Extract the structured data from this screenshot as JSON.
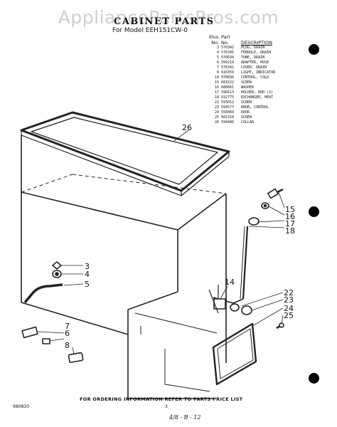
{
  "watermark": "AppliancePartsPros.com",
  "title": "CABINET PARTS",
  "subtitle": "For Model EEH151CW-0",
  "table": {
    "header_top": [
      "Illus.",
      "Part",
      ""
    ],
    "header_bottom": [
      "No.",
      "No.",
      "DESCRIPTION"
    ],
    "rows": [
      [
        "3",
        "576342",
        "PLUG, DRAIN"
      ],
      [
        "4",
        "576345",
        "FERRULE, DRAIN"
      ],
      [
        "5",
        "576634",
        "TUBE, DRAIN"
      ],
      [
        "6",
        "599219",
        "ADAPTER, HOSE"
      ],
      [
        "7",
        "576341",
        "COVER, DRAIN"
      ],
      [
        "8",
        "616359",
        "LIGHT, INDICATOR"
      ],
      [
        "14",
        "970836",
        "CONTROL, COLD"
      ],
      [
        "15",
        "681522",
        "SCREW"
      ],
      [
        "16",
        "680661",
        "WASHER"
      ],
      [
        "17",
        "596613",
        "HOLDER, ROD (2)"
      ],
      [
        "18",
        "932775",
        "EXCHANGER, HEAT"
      ],
      [
        "22",
        "593012",
        "SCREW"
      ],
      [
        "23",
        "594577",
        "KNOB, CONTROL"
      ],
      [
        "24",
        "556069",
        "DOOR"
      ],
      [
        "25",
        "681318",
        "SCREW"
      ],
      [
        "26",
        "594496",
        "COLLAR"
      ]
    ]
  },
  "callouts": {
    "c26": "26",
    "c15": "15",
    "c16": "16",
    "c17": "17",
    "c18": "18",
    "c3": "3",
    "c4": "4",
    "c5": "5",
    "c14": "14",
    "c22": "22",
    "c23": "23",
    "c24": "24",
    "c25": "25",
    "c6": "6",
    "c7": "7",
    "c8": "8"
  },
  "footer": "FOR ORDERING INFORMATION REFER TO PARTS PRICE LIST",
  "doc_number": "980830",
  "page_number": "3",
  "handwritten_note": "4/8 - B - 12"
}
